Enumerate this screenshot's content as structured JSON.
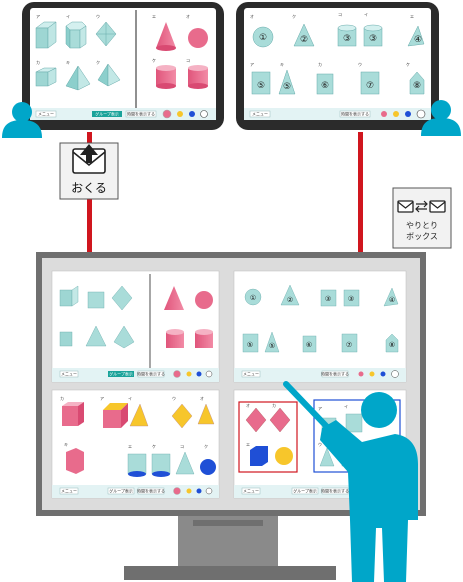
{
  "send_box": {
    "label": "おくる",
    "icon": "send-mail-icon"
  },
  "exchange_box": {
    "line1": "やりとり",
    "line2": "ボックス",
    "icon": "mail-exchange-icon"
  },
  "colors": {
    "arrow": "#d0161e",
    "person": "#00a6c9",
    "tablet_frame": "#2b2b2b",
    "monitor_frame": "#6f6f6f",
    "teal_button": "#1aa39a",
    "pink_shape": "#e86b8c",
    "teal_shape": "#a9dcd9",
    "yellow_shape": "#f7c62b",
    "blue_shape": "#1f4fd6"
  },
  "tablet_left": {
    "teal_button": "グループ表示",
    "right_button": "時間を表示する",
    "left_button": "メニュー",
    "labels_top": [
      "ア",
      "イ",
      "ウ",
      "エ",
      "オ"
    ],
    "labels_bottom": [
      "カ",
      "キ",
      "ク",
      "ケ",
      "コ"
    ]
  },
  "tablet_right": {
    "left_button": "メニュー",
    "right_button": "時間を表示する",
    "circled_numbers_top": [
      "①",
      "②",
      "③",
      "③",
      "④"
    ],
    "circled_numbers_bottom": [
      "⑤",
      "⑤",
      "⑥",
      "⑦",
      "⑧"
    ],
    "labels_top": [
      "オ",
      "ク",
      "コ",
      "イ",
      "エ"
    ],
    "labels_bottom": [
      "ア",
      "キ",
      "カ",
      "ウ",
      "ケ"
    ]
  },
  "monitor": {
    "panel_a_teal": "グループ表示",
    "panel_a_right": "時間を表示する",
    "panel_a_left": "メニュー",
    "panel_b_left": "メニュー",
    "panel_b_right": "時間を表示する",
    "panel_c_left": "メニュー",
    "panel_c_teal": "グループ表示",
    "panel_c_right": "時間を表示する",
    "panel_d_left": "メニュー",
    "panel_d_right": "時間を表示する",
    "panel_d_mid": "グループ表示",
    "panel_c_labels": [
      "カ",
      "ア",
      "イ",
      "ウ",
      "オ",
      "キ",
      "エ",
      "ケ",
      "コ",
      "ク"
    ],
    "panel_d_labels": [
      "オ",
      "カ",
      "エ",
      "ア",
      "イ",
      "ウ"
    ]
  }
}
